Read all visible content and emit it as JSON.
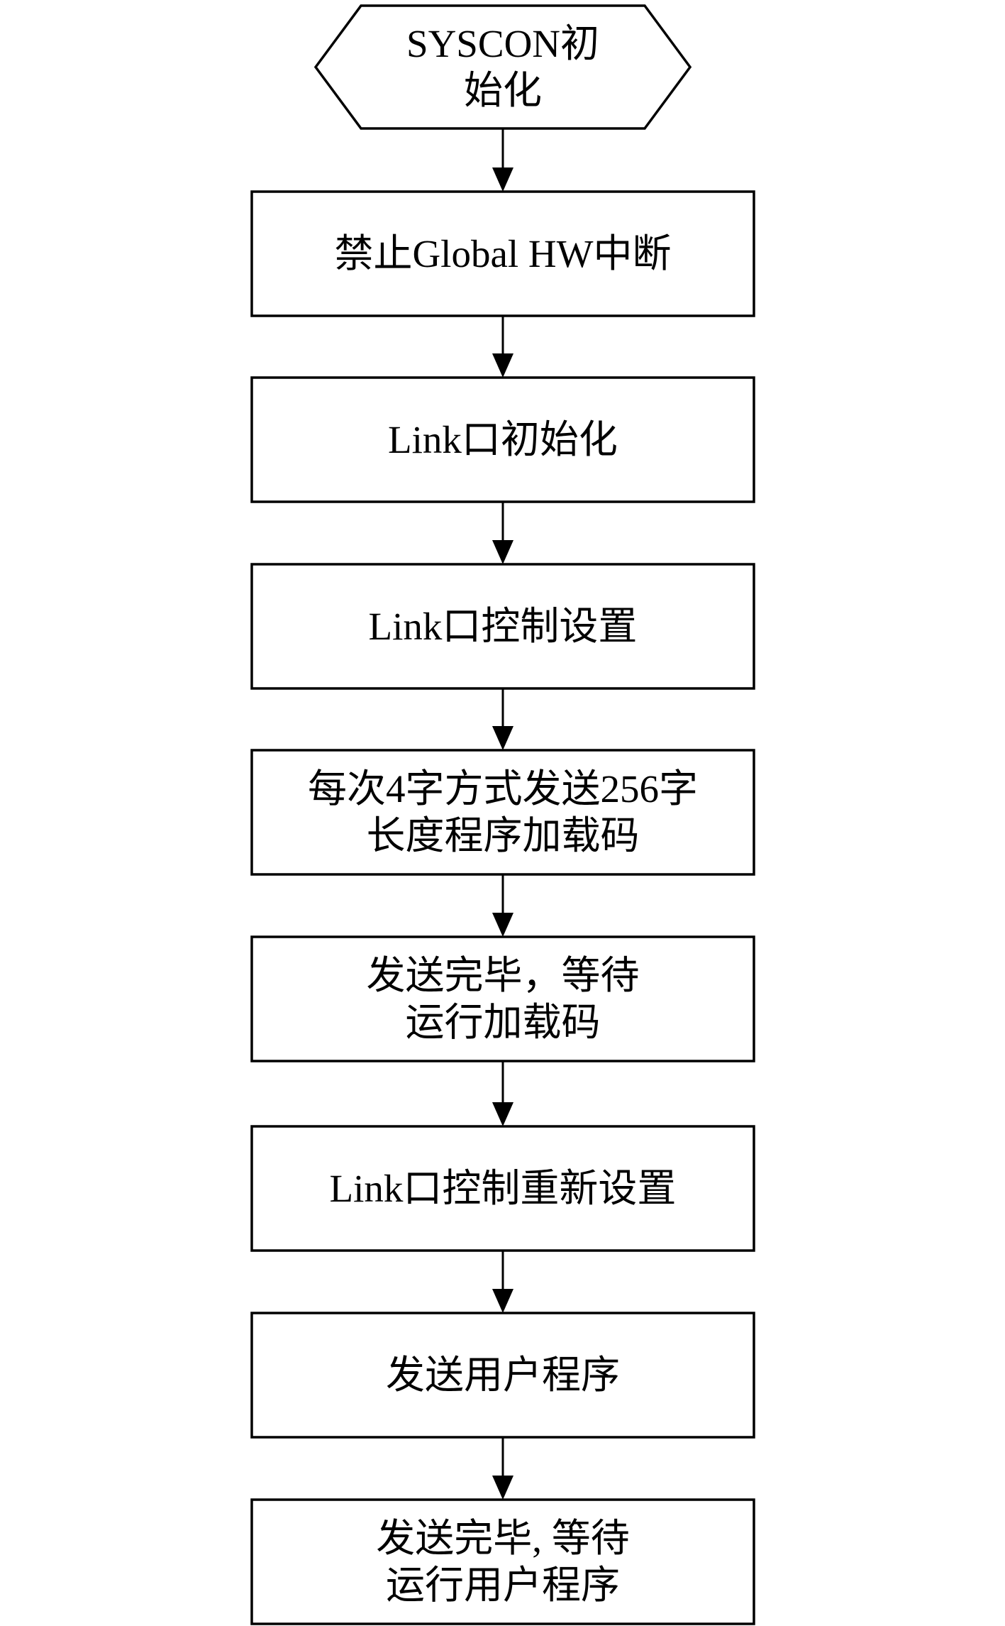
{
  "diagram": {
    "nodes": [
      {
        "id": "start",
        "shape": "hexagon",
        "lines": [
          "SYSCON初",
          "始化"
        ]
      },
      {
        "id": "disable-interrupt",
        "shape": "rect",
        "lines": [
          "禁止Global HW中断"
        ]
      },
      {
        "id": "link-init",
        "shape": "rect",
        "lines": [
          "Link口初始化"
        ]
      },
      {
        "id": "link-control-setup",
        "shape": "rect",
        "lines": [
          "Link口控制设置"
        ]
      },
      {
        "id": "send-loader",
        "shape": "rect",
        "lines": [
          "每次4字方式发送256字",
          "长度程序加载码"
        ]
      },
      {
        "id": "wait-loader",
        "shape": "rect",
        "lines": [
          "发送完毕，等待",
          "运行加载码"
        ]
      },
      {
        "id": "link-control-reset",
        "shape": "rect",
        "lines": [
          "Link口控制重新设置"
        ]
      },
      {
        "id": "send-user-program",
        "shape": "rect",
        "lines": [
          "发送用户程序"
        ]
      },
      {
        "id": "wait-user-program",
        "shape": "rect",
        "lines": [
          "发送完毕, 等待",
          "运行用户程序"
        ]
      }
    ],
    "edges": [
      {
        "from": "start",
        "to": "disable-interrupt"
      },
      {
        "from": "disable-interrupt",
        "to": "link-init"
      },
      {
        "from": "link-init",
        "to": "link-control-setup"
      },
      {
        "from": "link-control-setup",
        "to": "send-loader"
      },
      {
        "from": "send-loader",
        "to": "wait-loader"
      },
      {
        "from": "wait-loader",
        "to": "link-control-reset"
      },
      {
        "from": "link-control-reset",
        "to": "send-user-program"
      },
      {
        "from": "send-user-program",
        "to": "wait-user-program"
      }
    ]
  }
}
